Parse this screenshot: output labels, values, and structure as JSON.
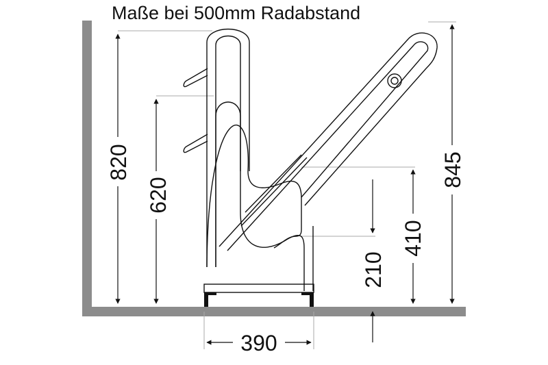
{
  "title": "Maße bei 500mm Radabstand",
  "dimensions": {
    "height_total": "820",
    "height_front_loop": "620",
    "wheel_support_height": "410",
    "ground_clearance": "210",
    "ramp_height": "845",
    "base_width": "390"
  },
  "colors": {
    "wall_and_floor": "#8c8c8c",
    "line": "#111111",
    "guide": "#aaaaaa",
    "background": "#ffffff"
  }
}
